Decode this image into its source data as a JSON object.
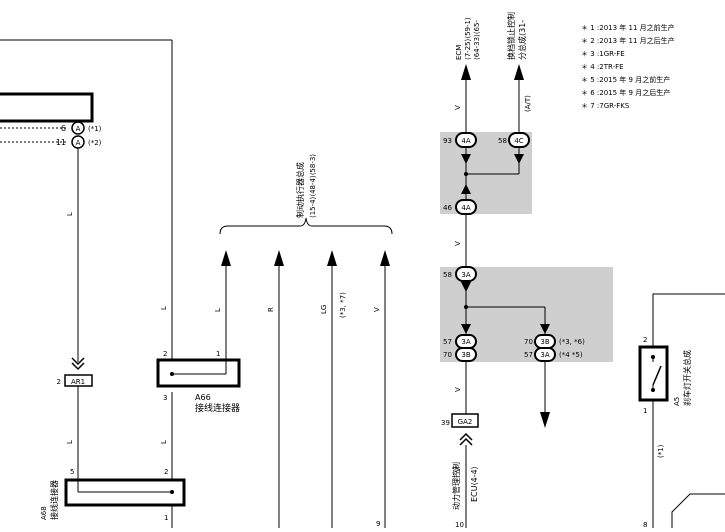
{
  "notes": [
    "＊ 1 :2013 年 11 月之前生产",
    "＊ 2 :2013 年 11 月之后生产",
    "＊ 3 :1GR-FE",
    "＊ 4 :2TR-FE",
    "＊ 5 :2015 年 9 月之前生产",
    "＊ 6 :2015 年 9 月之后生产",
    "＊ 7 :7GR-FKS"
  ],
  "left_connector": {
    "pins": [
      {
        "pin": "6",
        "letter": "A",
        "note": "(*1)"
      },
      {
        "pin": "11",
        "letter": "A",
        "note": "(*2)"
      }
    ],
    "wire_label": "L",
    "ar_pin": "2",
    "ar_label": "AR1",
    "wire_label_lower": "L"
  },
  "a66": {
    "pin_left": "2",
    "pin_right": "1",
    "pin_bottom": "3",
    "code": "A66",
    "name": "接线连接器",
    "wire_above": "L",
    "wire_below": "L"
  },
  "a68": {
    "code": "A68",
    "name": "接线连接器",
    "pin_top_left": "5",
    "pin_top_right": "2",
    "pin_bottom_right": "1"
  },
  "brake_actuator": {
    "name": "制动执行器总成",
    "connectors": "⟨15-4⟩⟨48-4⟩⟨58-3⟩",
    "wires": [
      "L",
      "R",
      "LG",
      "V"
    ],
    "lg_note": "(*3, *7)"
  },
  "ecm": {
    "name": "ECM",
    "connectors": "⟨7-25⟩⟨59-1⟩",
    "connectors2": "⟨64-33⟩⟨65-"
  },
  "shift_lock": {
    "name": "换档锁止控制",
    "name2": "分总成⟨31-",
    "note": "(A/T)"
  },
  "junction_upper": {
    "pin_a": "93",
    "label_a": "4A",
    "pin_b": "58",
    "label_b": "4C",
    "pin_c": "46",
    "label_c": "4A",
    "wire": "V"
  },
  "junction_lower": {
    "pin_top": "58",
    "label_top": "3A",
    "pin_l1": "57",
    "label_l1": "3A",
    "pin_l2": "70",
    "label_l2": "3B",
    "pin_r1": "70",
    "label_r1": "3B",
    "note_r1": "(*3, *6)",
    "pin_r2": "57",
    "label_r2": "3A",
    "note_r2": "(*4 *5)",
    "wire": "V"
  },
  "ga2": {
    "pin": "39",
    "label": "GA2",
    "wire": "V",
    "bottom_pin": "10"
  },
  "power_mgmt": {
    "name": "动力管理控制",
    "name2": "ECU⟨4-4⟩"
  },
  "brake_light_switch": {
    "code": "A5",
    "name": "刹车灯开关总成",
    "pin_top": "2",
    "pin_bottom": "1",
    "note": "(*1)",
    "bottom_pin": "8"
  },
  "bottom_labels": {
    "left_bottom": "9"
  }
}
